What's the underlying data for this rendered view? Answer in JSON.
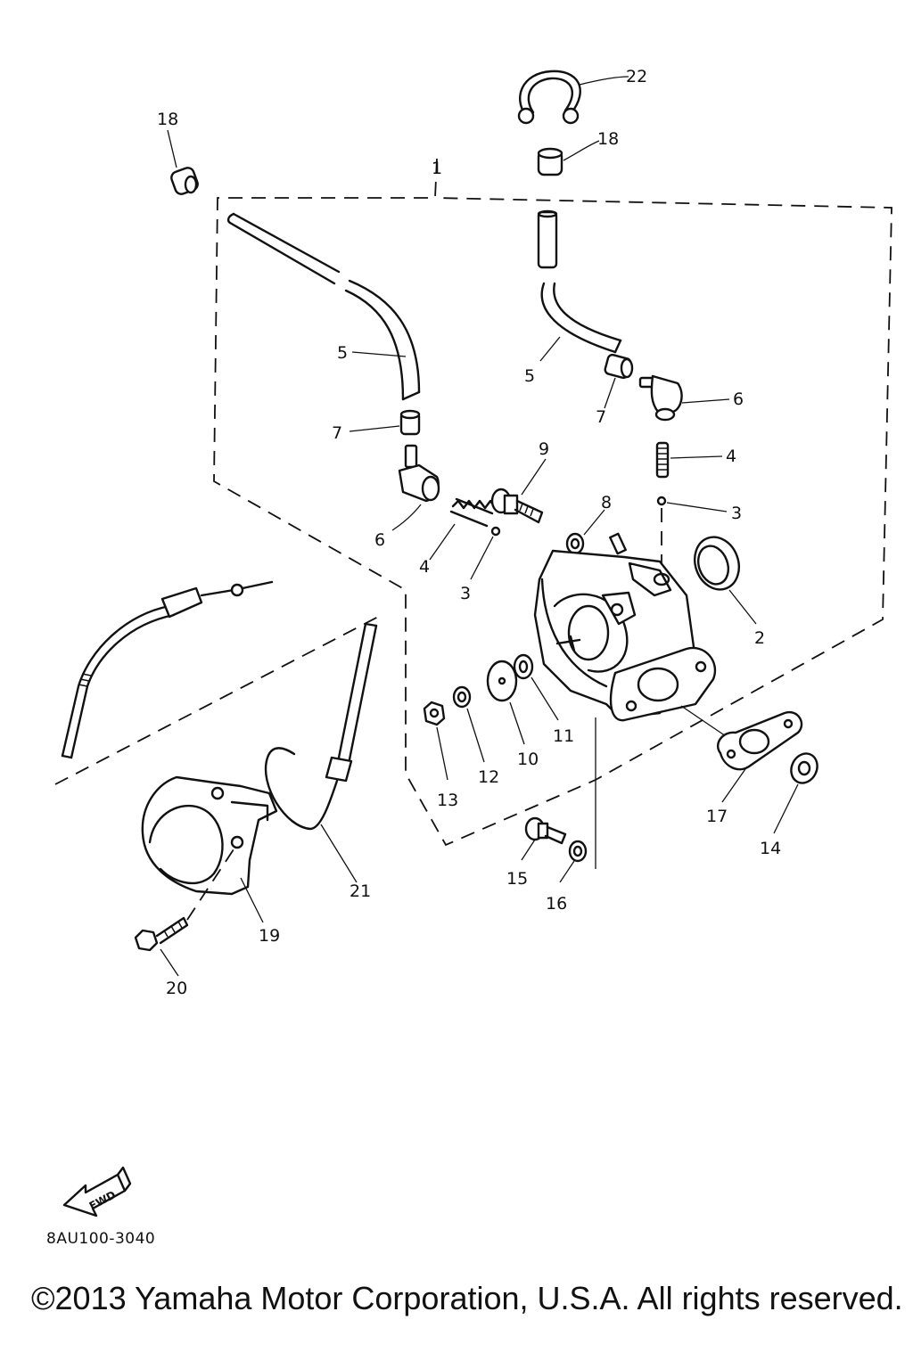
{
  "callouts": {
    "c1": "1",
    "c2": "2",
    "c3a": "3",
    "c3b": "3",
    "c4a": "4",
    "c4b": "4",
    "c5a": "5",
    "c5b": "5",
    "c6a": "6",
    "c6b": "6",
    "c7a": "7",
    "c7b": "7",
    "c8": "8",
    "c9": "9",
    "c10": "10",
    "c11": "11",
    "c12": "12",
    "c13": "13",
    "c14": "14",
    "c15": "15",
    "c16": "16",
    "c17": "17",
    "c18a": "18",
    "c18b": "18",
    "c19": "19",
    "c20": "20",
    "c21": "21",
    "c22": "22"
  },
  "fwd_label": "FWD",
  "diagram_code": "8AU100-3040",
  "copyright": "©2013 Yamaha Motor Corporation, U.S.A. All rights reserved."
}
